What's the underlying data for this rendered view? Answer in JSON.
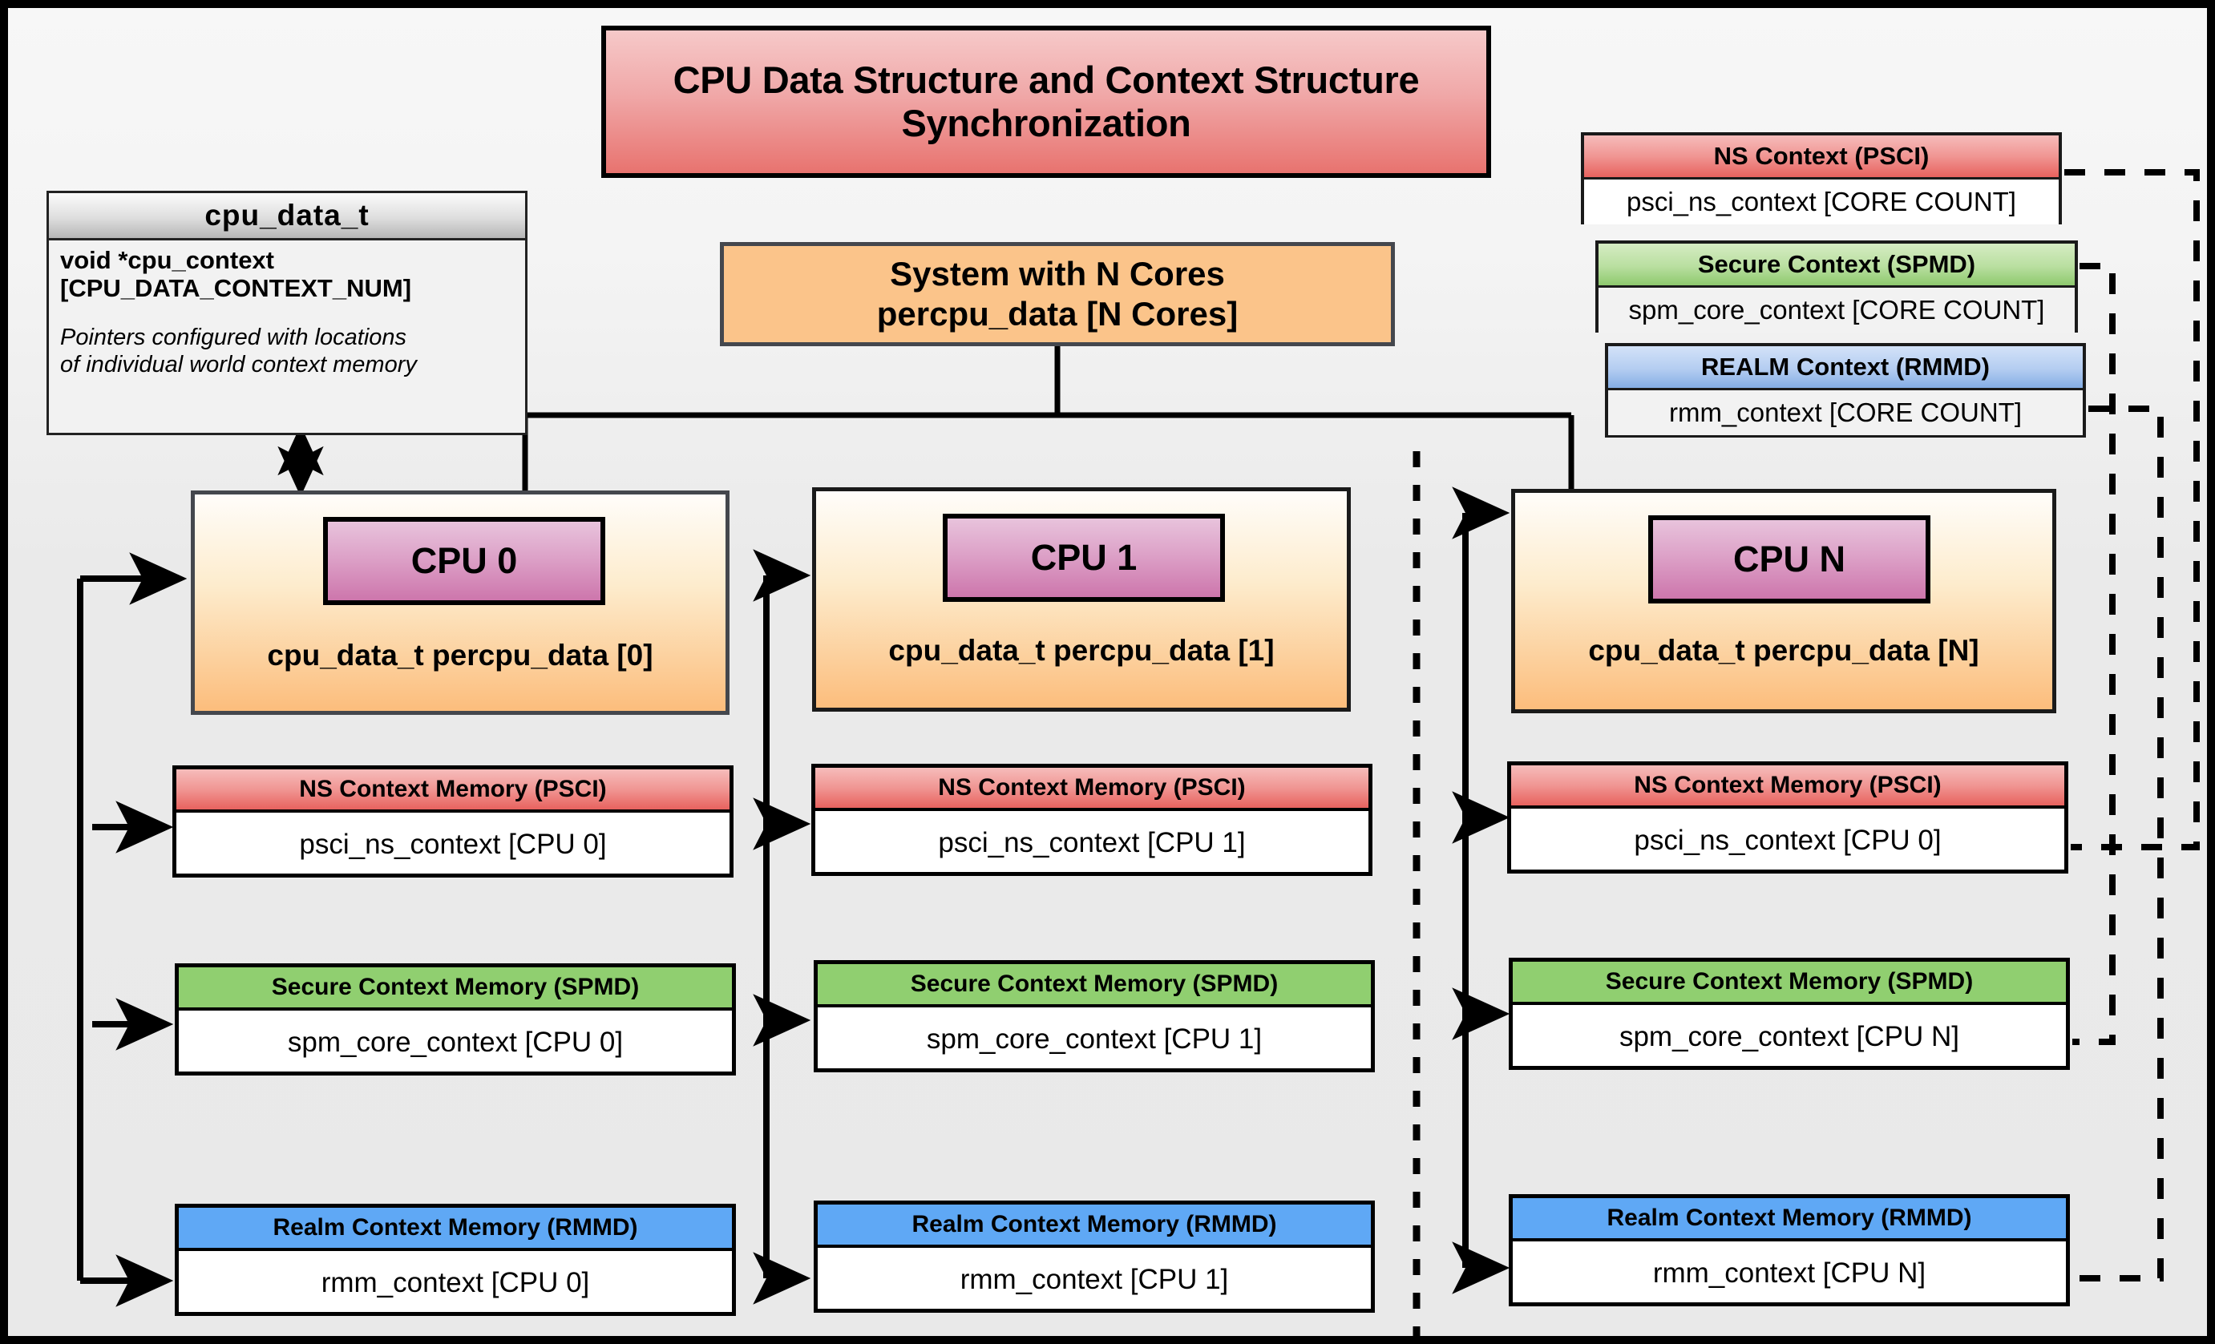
{
  "title": {
    "line1": "CPU Data Structure and Context Structure",
    "line2": "Synchronization"
  },
  "cpu_data_struct": {
    "name": "cpu_data_t",
    "field_line1": "void  *cpu_context",
    "field_line2": "[CPU_DATA_CONTEXT_NUM]",
    "note_line1": "Pointers configured with locations",
    "note_line2": "of individual world context memory"
  },
  "system": {
    "line1": "System with N Cores",
    "line2": "percpu_data [N Cores]"
  },
  "legend": [
    {
      "name": "ns-context",
      "header": "NS Context  (PSCI)",
      "body": "psci_ns_context [CORE COUNT]",
      "color": "#e8625e"
    },
    {
      "name": "secure-context",
      "header": "Secure Context (SPMD)",
      "body": "spm_core_context [CORE COUNT]",
      "color": "#8ec96e"
    },
    {
      "name": "realm-context",
      "header": "REALM Context (RMMD)",
      "body": "rmm_context [CORE COUNT]",
      "color": "#84aee5"
    }
  ],
  "cpus": [
    {
      "id": "cpu0",
      "chip": "CPU 0",
      "caption": "cpu_data_t percpu_data [0]",
      "memories": [
        {
          "header": "NS Context Memory (PSCI)",
          "body": "psci_ns_context [CPU 0]"
        },
        {
          "header": "Secure Context Memory (SPMD)",
          "body": "spm_core_context [CPU 0]"
        },
        {
          "header": "Realm Context Memory (RMMD)",
          "body": "rmm_context [CPU 0]"
        }
      ]
    },
    {
      "id": "cpu1",
      "chip": "CPU 1",
      "caption": "cpu_data_t percpu_data [1]",
      "memories": [
        {
          "header": "NS Context Memory (PSCI)",
          "body": "psci_ns_context [CPU 1]"
        },
        {
          "header": "Secure Context Memory (SPMD)",
          "body": "spm_core_context [CPU 1]"
        },
        {
          "header": "Realm Context Memory (RMMD)",
          "body": "rmm_context [CPU 1]"
        }
      ]
    },
    {
      "id": "cpuN",
      "chip": "CPU N",
      "caption": "cpu_data_t percpu_data [N]",
      "memories": [
        {
          "header": "NS Context Memory (PSCI)",
          "body": "psci_ns_context [CPU 0]"
        },
        {
          "header": "Secure Context Memory (SPMD)",
          "body": "spm_core_context [CPU N]"
        },
        {
          "header": "Realm Context Memory (RMMD)",
          "body": "rmm_context [CPU N]"
        }
      ]
    }
  ],
  "colors": {
    "frame": "#000000",
    "background": "#eaeaea",
    "title_fill": "#e8736f",
    "system_fill": "#fbc48a",
    "cpu_fill": "#fcbd7c",
    "chip_fill": "#cd76ac",
    "ns": "#e8625e",
    "secure": "#90cf70",
    "realm": "#5fa8f5"
  }
}
